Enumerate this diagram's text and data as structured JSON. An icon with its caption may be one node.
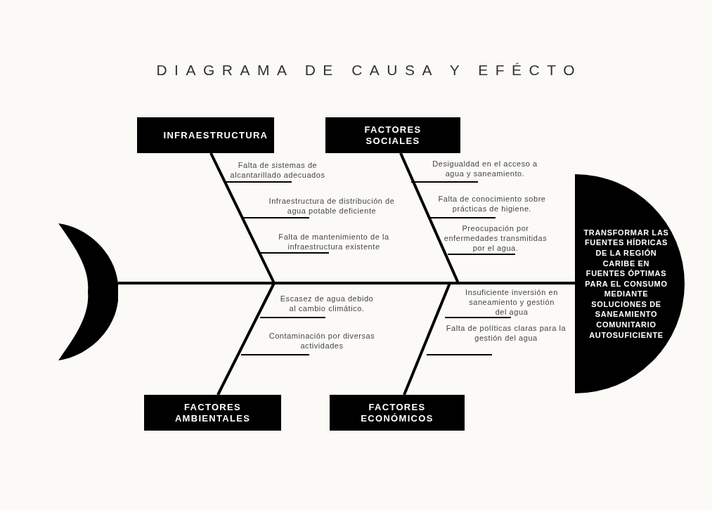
{
  "diagram": {
    "title": "DIAGRAMA DE CAUSA Y EFÉCTO",
    "nodes": [
      {
        "text": [
          "INFRAESTRUCTURA"
        ]
      },
      {
        "text": [
          "FACTORES SOCIALES"
        ]
      },
      {
        "text": [
          "FACTORES AMBIENTALES"
        ]
      },
      {
        "text": [
          "FACTORES ECONÓMICOS"
        ]
      },
      {
        "text": [],
        "shape": "fin"
      },
      {
        "text": [
          "TRANSFORMAR LAS FUENTES HÍDRICAS DE LA REGIÓN CARIBE EN FUENTES ÓPTIMAS PARA EL CONSUMO MEDIANTE SOLUCIONES DE SANEAMIENTO COMUNITARIO AUTOSUFICIENTE"
        ]
      }
    ],
    "edges": [
      {
        "from": 4,
        "to": 5,
        "arrow": "none"
      },
      {
        "from": 0,
        "to": null,
        "arrow": "none"
      },
      {
        "from": 1,
        "to": null,
        "arrow": "none"
      },
      {
        "from": 2,
        "to": null,
        "arrow": "none"
      },
      {
        "from": 3,
        "to": null,
        "arrow": "none"
      }
    ],
    "labels": [
      "Falta de sistemas de alcantarillado adecuados",
      "Desigualdad en el acceso a agua y saneamiento.",
      "Infraestructura de distribución de agua potable deficiente",
      "Falta de conocimiento sobre prácticas de higiene.",
      "Falta de mantenimiento de la infraestructura existente",
      "Preocupación por enfermedades transmitidas por el agua.",
      "Escasez de agua debido al cambio climático.",
      "Insuficiente inversión en saneamiento y gestión del agua",
      "Contaminación por diversas actividades",
      "Falta de políticas claras para la gestión del agua"
    ]
  }
}
